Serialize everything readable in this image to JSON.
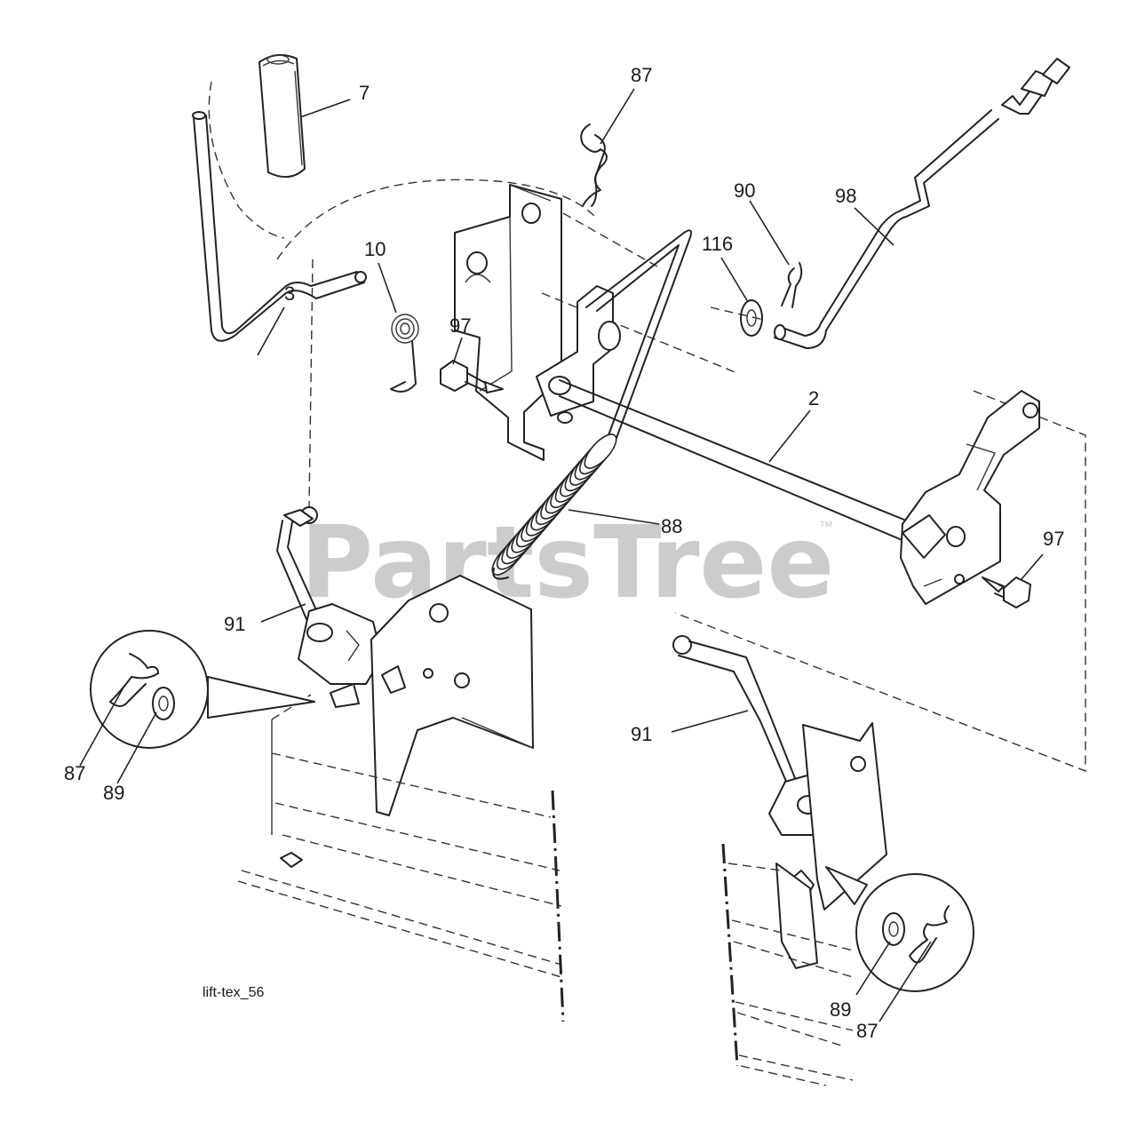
{
  "diagram_id": "lift-tex_56",
  "watermark": {
    "text": "PartsTree",
    "trademark": "™"
  },
  "callouts": [
    {
      "id": "c7",
      "label": "7"
    },
    {
      "id": "c87_top",
      "label": "87"
    },
    {
      "id": "c90",
      "label": "90"
    },
    {
      "id": "c98",
      "label": "98"
    },
    {
      "id": "c116",
      "label": "116"
    },
    {
      "id": "c10",
      "label": "10"
    },
    {
      "id": "c3",
      "label": "3"
    },
    {
      "id": "c97_left",
      "label": "97"
    },
    {
      "id": "c2",
      "label": "2"
    },
    {
      "id": "c88",
      "label": "88"
    },
    {
      "id": "c97_right",
      "label": "97"
    },
    {
      "id": "c91_left",
      "label": "91"
    },
    {
      "id": "c87_left",
      "label": "87"
    },
    {
      "id": "c89_left",
      "label": "89"
    },
    {
      "id": "c91_right",
      "label": "91"
    },
    {
      "id": "c89_right",
      "label": "89"
    },
    {
      "id": "c87_right",
      "label": "87"
    }
  ]
}
